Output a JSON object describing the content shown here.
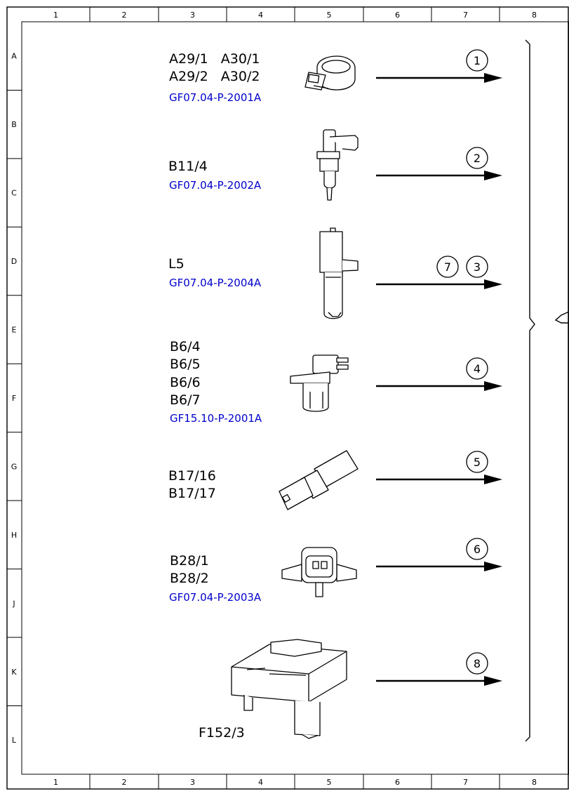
{
  "grid": {
    "columns": [
      "1",
      "2",
      "3",
      "4",
      "5",
      "6",
      "7",
      "8"
    ],
    "rows": [
      "A",
      "B",
      "C",
      "D",
      "E",
      "F",
      "G",
      "H",
      "J",
      "K",
      "L"
    ]
  },
  "rows": [
    {
      "codes": [
        "A29/1   A30/1",
        "A29/2   A30/2"
      ],
      "ref": "GF07.04-P-2001A",
      "callouts": [
        "1"
      ]
    },
    {
      "codes": [
        "B11/4"
      ],
      "ref": "GF07.04-P-2002A",
      "callouts": [
        "2"
      ]
    },
    {
      "codes": [
        "L5"
      ],
      "ref": "GF07.04-P-2004A",
      "callouts": [
        "7",
        "3"
      ]
    },
    {
      "codes": [
        "B6/4",
        "B6/5",
        "B6/6",
        "B6/7"
      ],
      "ref": "GF15.10-P-2001A",
      "callouts": [
        "4"
      ]
    },
    {
      "codes": [
        "B17/16",
        "B17/17"
      ],
      "ref": "",
      "callouts": [
        "5"
      ]
    },
    {
      "codes": [
        "B28/1",
        "B28/2"
      ],
      "ref": "GF07.04-P-2003A",
      "callouts": [
        "6"
      ]
    },
    {
      "codes": [
        "F152/3"
      ],
      "ref": "",
      "callouts": [
        "8"
      ]
    }
  ],
  "colors": {
    "line": "#000000",
    "reference_link": "#0000cc"
  },
  "icons": [
    "knock-sensor-icon",
    "temperature-sensor-icon",
    "position-sensor-icon",
    "speed-sensor-icon",
    "angled-sensor-icon",
    "pressure-sensor-icon",
    "control-module-icon"
  ]
}
